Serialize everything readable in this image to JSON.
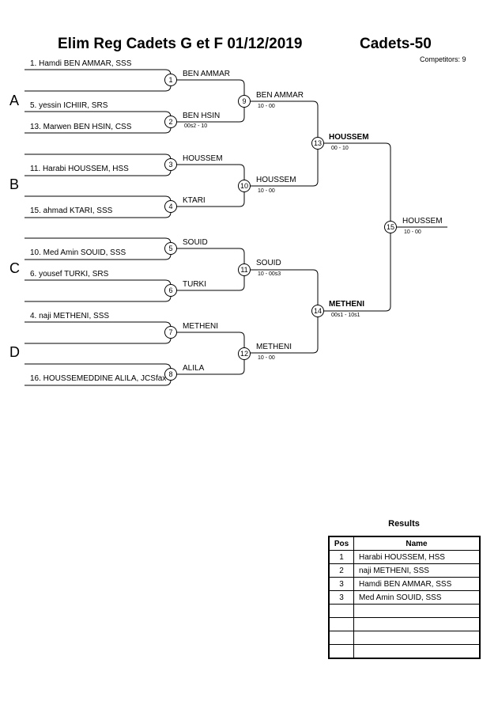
{
  "header": {
    "event": "Elim Reg Cadets G et F  01/12/2019",
    "category": "Cadets-50",
    "competitors": "Competitors: 9"
  },
  "pools": [
    "A",
    "B",
    "C",
    "D"
  ],
  "participants": {
    "p1": "1. Hamdi BEN AMMAR, SSS",
    "p2": "5. yessin ICHIIR, SRS",
    "p3": "13. Marwen BEN HSIN, CSS",
    "p4": "11. Harabi HOUSSEM, HSS",
    "p5": "15. ahmad KTARI, SSS",
    "p6": "10. Med Amin SOUID, SSS",
    "p7": "6. yousef TURKI, SRS",
    "p8": "4. naji METHENI, SSS",
    "p9": "16. HOUSSEMEDDINE ALILA, JCSfax"
  },
  "matches": {
    "m1": {
      "num": "1",
      "winner": "BEN AMMAR",
      "score": ""
    },
    "m2": {
      "num": "2",
      "winner": "BEN HSIN",
      "score": "00s2 - 10"
    },
    "m3": {
      "num": "3",
      "winner": "HOUSSEM",
      "score": ""
    },
    "m4": {
      "num": "4",
      "winner": "KTARI",
      "score": ""
    },
    "m5": {
      "num": "5",
      "winner": "SOUID",
      "score": ""
    },
    "m6": {
      "num": "6",
      "winner": "TURKI",
      "score": ""
    },
    "m7": {
      "num": "7",
      "winner": "METHENI",
      "score": ""
    },
    "m8": {
      "num": "8",
      "winner": "ALILA",
      "score": ""
    },
    "m9": {
      "num": "9",
      "winner": "BEN AMMAR",
      "score": "10 - 00"
    },
    "m10": {
      "num": "10",
      "winner": "HOUSSEM",
      "score": "10 - 00"
    },
    "m11": {
      "num": "11",
      "winner": "SOUID",
      "score": "10 - 00s3"
    },
    "m12": {
      "num": "12",
      "winner": "METHENI",
      "score": "10 - 00"
    },
    "m13": {
      "num": "13",
      "winner": "HOUSSEM",
      "score": "00 - 10"
    },
    "m14": {
      "num": "14",
      "winner": "METHENI",
      "score": "00s1 - 10s1"
    },
    "m15": {
      "num": "15",
      "winner": "HOUSSEM",
      "score": "10 - 00"
    }
  },
  "results": {
    "title": "Results",
    "headers": {
      "pos": "Pos",
      "name": "Name"
    },
    "rows": [
      {
        "pos": "1",
        "name": "Harabi HOUSSEM, HSS"
      },
      {
        "pos": "2",
        "name": "naji METHENI, SSS"
      },
      {
        "pos": "3",
        "name": "Hamdi BEN AMMAR, SSS"
      },
      {
        "pos": "3",
        "name": "Med Amin SOUID, SSS"
      },
      {
        "pos": "",
        "name": ""
      },
      {
        "pos": "",
        "name": ""
      },
      {
        "pos": "",
        "name": ""
      },
      {
        "pos": "",
        "name": ""
      }
    ]
  }
}
